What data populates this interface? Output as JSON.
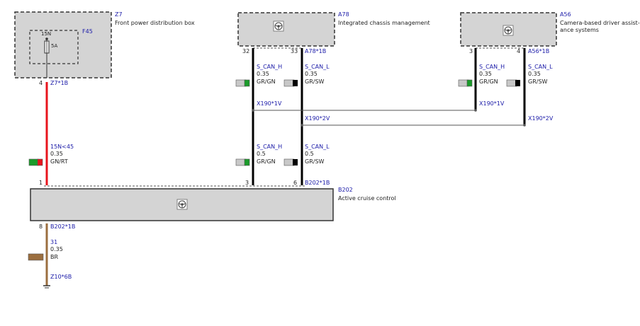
{
  "colors": {
    "box_fill": "#d4d4d4",
    "wire_red": "#e8141c",
    "wire_black": "#000000",
    "wire_brown": "#9b6e3f",
    "link_blue": "#1a1aa8",
    "green": "#1a9b2a",
    "gray": "#c8c8c8"
  },
  "icons": {
    "module": "steering-wheel-icon",
    "fuse": "fuse-icon",
    "ground": "ground-icon"
  },
  "components": {
    "z7": {
      "id": "Z7",
      "name": "Front power distribution box"
    },
    "f45": {
      "id": "F45",
      "terminal": "15N",
      "rating": "5A"
    },
    "a78": {
      "id": "A78",
      "name": "Integrated chassis management"
    },
    "a56": {
      "id": "A56",
      "name_line1": "Camera-based driver assist-",
      "name_line2": "ance systems"
    },
    "b202": {
      "id": "B202",
      "name": "Active cruise control"
    }
  },
  "connectors": {
    "z7_1b": "Z7*1B",
    "a78_1b": "A78*1B",
    "a56_1b": "A56*1B",
    "b202_1b_top": "B202*1B",
    "b202_1b_bottom": "B202*1B",
    "x190_1v_left": "X190*1V",
    "x190_1v_right": "X190*1V",
    "x190_2v_left": "X190*2V",
    "x190_2v_right": "X190*2V",
    "z10_6b": "Z10*6B"
  },
  "pins": {
    "z7": "4",
    "a78_h": "32",
    "a78_l": "33",
    "a56_h": "3",
    "a56_l": "4",
    "b202_power": "1",
    "b202_h": "3",
    "b202_l": "6",
    "b202_ground": "8"
  },
  "wires": {
    "power": {
      "signal": "15N<45",
      "gauge": "0.35",
      "color": "GN/RT"
    },
    "a78_can_h": {
      "signal": "S_CAN_H",
      "gauge": "0.35",
      "color": "GR/GN"
    },
    "a78_can_l": {
      "signal": "S_CAN_L",
      "gauge": "0.35",
      "color": "GR/SW"
    },
    "a56_can_h": {
      "signal": "S_CAN_H",
      "gauge": "0.35",
      "color": "GR/GN"
    },
    "a56_can_l": {
      "signal": "S_CAN_L",
      "gauge": "0.35",
      "color": "GR/SW"
    },
    "b202_can_h": {
      "signal": "S_CAN_H",
      "gauge": "0.5",
      "color": "GR/GN"
    },
    "b202_can_l": {
      "signal": "S_CAN_L",
      "gauge": "0.5",
      "color": "GR/SW"
    },
    "ground": {
      "signal": "31",
      "gauge": "0.35",
      "color": "BR"
    }
  }
}
